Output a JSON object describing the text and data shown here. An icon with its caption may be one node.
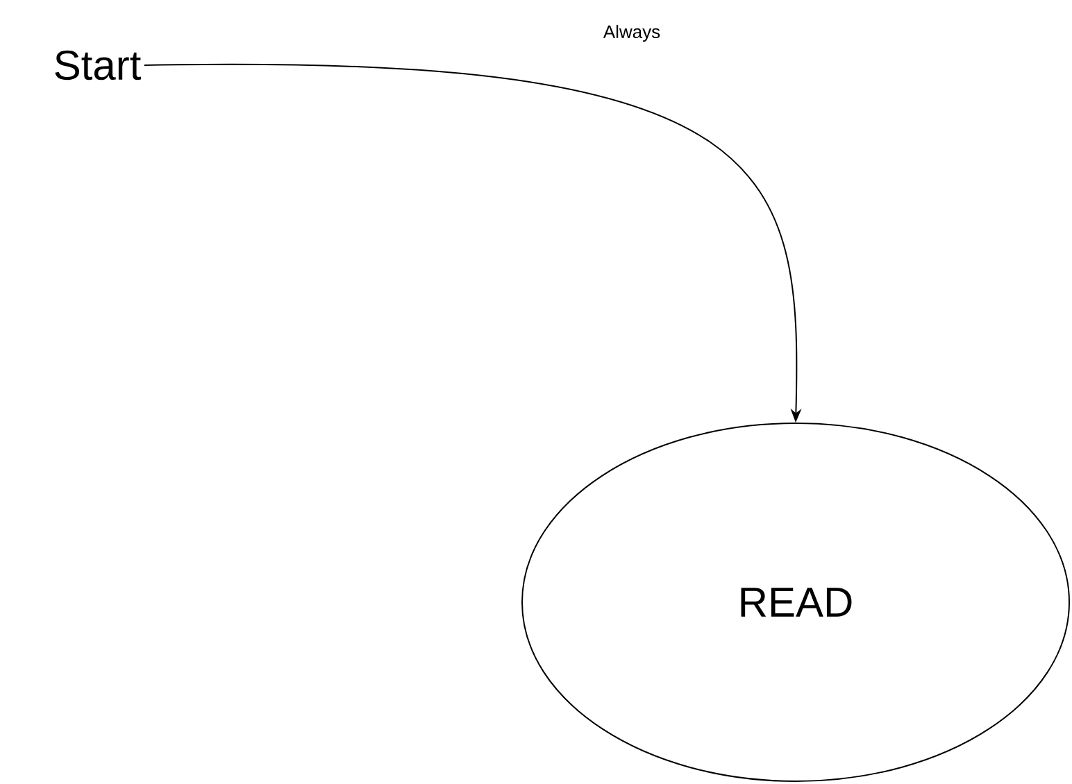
{
  "diagram": {
    "nodes": [
      {
        "text": [
          "Start"
        ]
      },
      {
        "text": [
          "READ"
        ]
      }
    ],
    "edges": [
      {
        "from": 0,
        "to": 1,
        "arrow": "to",
        "label": "Always"
      }
    ]
  }
}
